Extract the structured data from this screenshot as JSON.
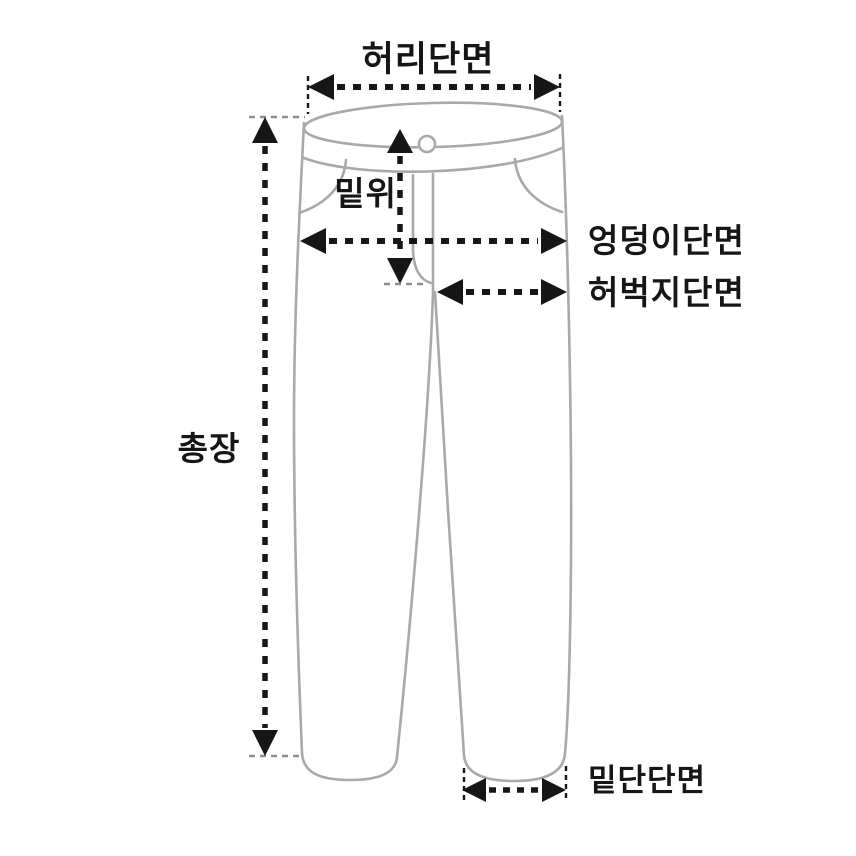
{
  "diagram": {
    "labels": {
      "waist": "허리단면",
      "rise": "밑위",
      "hip": "엉덩이단면",
      "thigh": "허벅지단면",
      "total_length": "총장",
      "hem": "밑단단면"
    },
    "colors": {
      "background": "#ffffff",
      "garment_outline": "#a9a9a9",
      "measurement_arrow": "#161616",
      "label_text": "#161616"
    }
  }
}
